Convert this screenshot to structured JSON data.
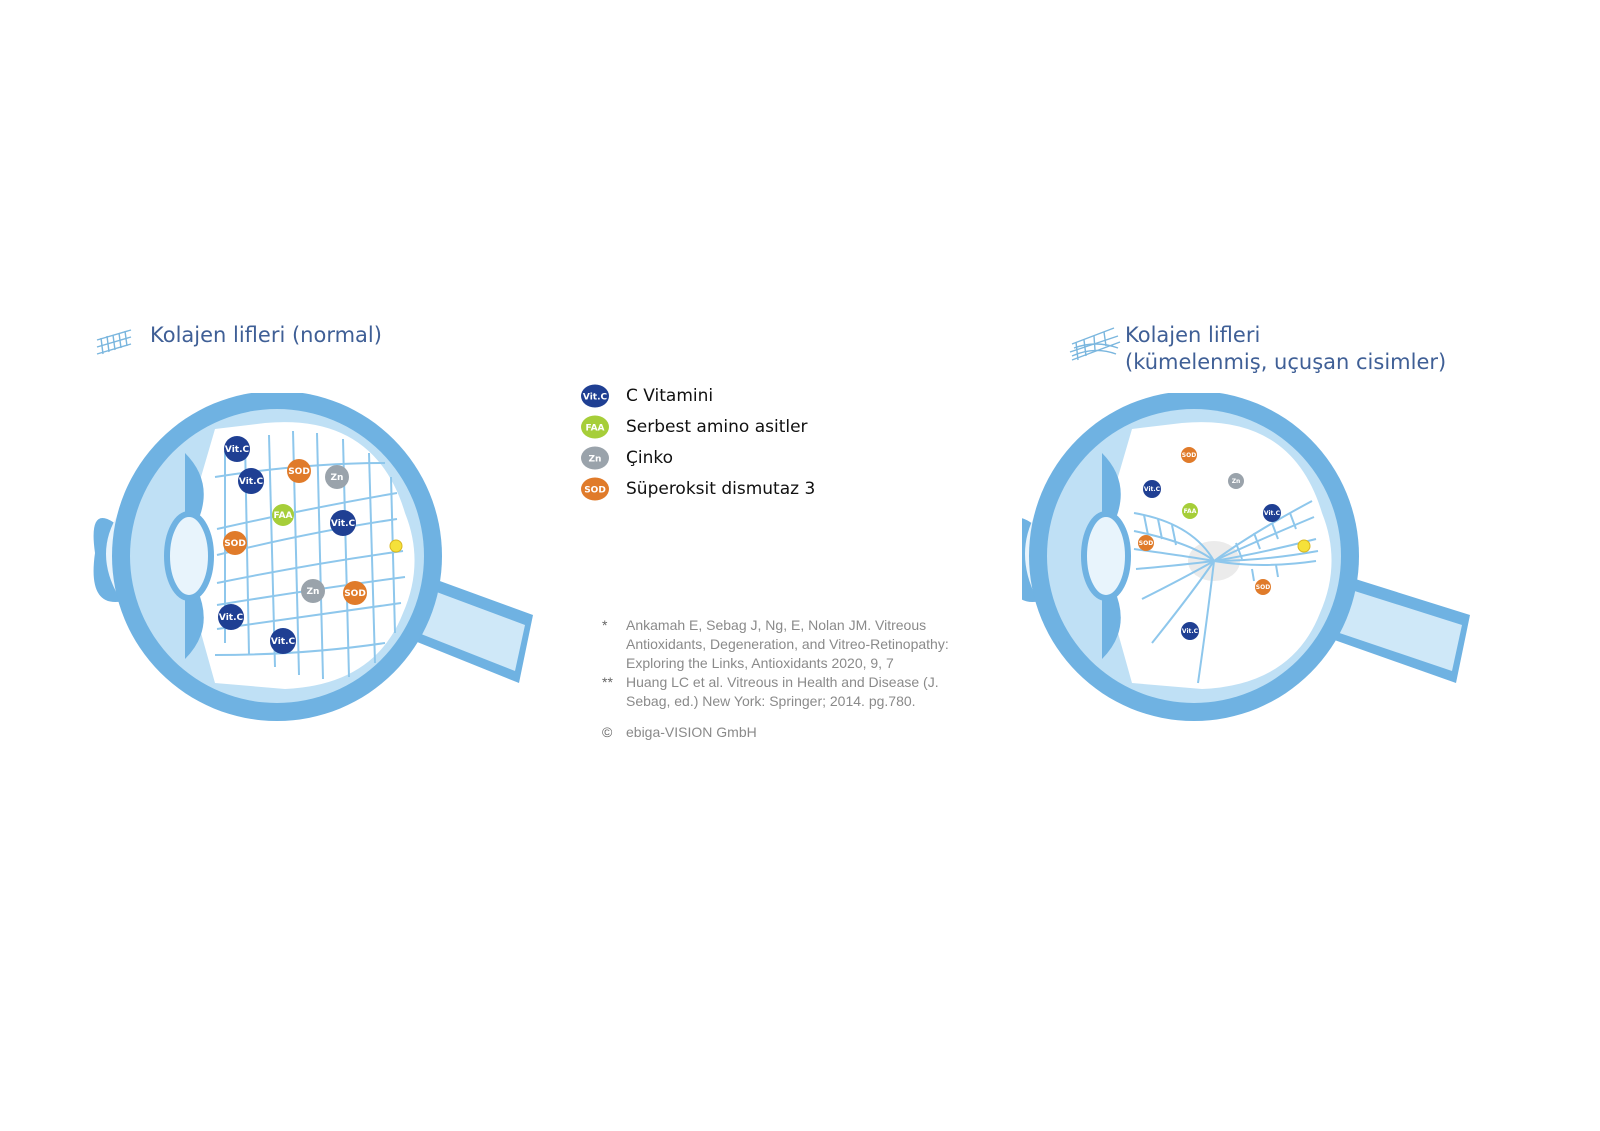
{
  "panels": {
    "left": {
      "title": "Kolajen lifleri (normal)",
      "icon": "collagen-fibers-normal-icon"
    },
    "right": {
      "title_lines": [
        "Kolajen lifleri",
        "(kümelenmiş, uçuşan cisimler)"
      ],
      "icon": "collagen-fibers-clumped-icon"
    }
  },
  "badge_labels": {
    "vitc": "Vit.C",
    "faa": "FAA",
    "zn": "Zn",
    "sod": "SOD"
  },
  "legend": [
    {
      "label": "C Vitamini",
      "badge": "Vit.C",
      "color": "#1f3f93"
    },
    {
      "label": "Serbest amino asitler",
      "badge": "FAA",
      "color": "#a6ce39"
    },
    {
      "label": "Çinko",
      "badge": "Zn",
      "color": "#9aa3ab"
    },
    {
      "label": "Süperoksit dismutaz 3",
      "badge": "SOD",
      "color": "#e07b2a"
    }
  ],
  "references": [
    {
      "marker": "*",
      "text": "Ankamah E, Sebag J, Ng, E, Nolan JM. Vitreous Antioxidants, Degeneration, and Vitreo-Retinopathy: Exploring the Links, Antioxidants 2020, 9, 7"
    },
    {
      "marker": "**",
      "text": "Huang LC et al. Vitreous in Health and Disease (J. Sebag, ed.) New York: Springer; 2014. pg.780."
    }
  ],
  "copyright": {
    "symbol": "©",
    "text": "ebiga-VISION GmbH"
  },
  "colors": {
    "eye_outer": "#6fb2e2",
    "eye_ring": "#bfe0f5",
    "vitreous": "#ffffff",
    "fiber": "#8ec7ec",
    "optic_nerve": "#cfe8f8",
    "macula": "#f5e13a",
    "title": "#3f5f96"
  }
}
